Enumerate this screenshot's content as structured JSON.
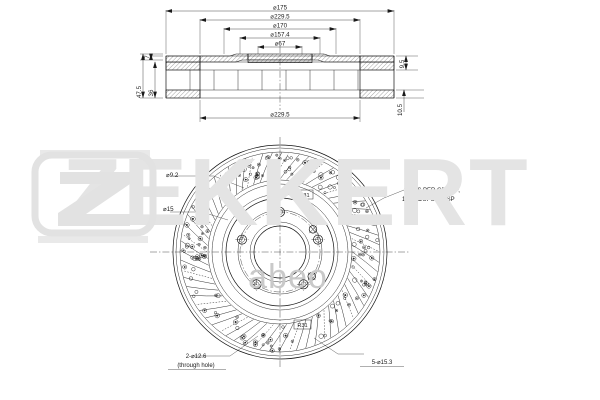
{
  "document": {
    "kind": "engineering-drawing",
    "subject": "Ventilated brake disc / rotor",
    "background_color": "#ffffff",
    "line_color": "#1a1a1a"
  },
  "watermark": {
    "logo_letter": "Z",
    "brand_text": "ZEKKERT",
    "secondary_text": "abeo",
    "logo_color": "#e2e2e2",
    "text_color": "#e4e4e4",
    "secondary_color": "#c9c9c9"
  },
  "section_view": {
    "name": "cross-section",
    "top_dimensions": [
      {
        "id": "d175",
        "label": "⌀175"
      },
      {
        "id": "d229_5",
        "label": "⌀229.5"
      },
      {
        "id": "d170",
        "label": "⌀170"
      },
      {
        "id": "d157_4",
        "label": "⌀157.4"
      },
      {
        "id": "d67",
        "label": "⌀67"
      }
    ],
    "bottom_dimensions": [
      {
        "id": "d229_5_b",
        "label": "⌀229.5"
      }
    ],
    "left_dimensions": [
      {
        "id": "h7",
        "label": "7"
      },
      {
        "id": "h47_5",
        "label": "47.5"
      },
      {
        "id": "h36",
        "label": "36"
      }
    ],
    "right_dimensions": [
      {
        "id": "h9_5",
        "label": "9.5"
      },
      {
        "id": "h10_5",
        "label": "10.5"
      }
    ]
  },
  "plan_view": {
    "name": "face-view",
    "callouts": [
      {
        "id": "d9_2",
        "label": "⌀9.2"
      },
      {
        "id": "d15",
        "label": "⌀15"
      },
      {
        "id": "r31_a",
        "label": "R31"
      },
      {
        "id": "r31_b",
        "label": "R31"
      }
    ],
    "notes": [
      {
        "id": "rib-note-line1",
        "label": "3RIBS PER GROUP,"
      },
      {
        "id": "rib-note-line2",
        "label": "17GROUPS EQ SP"
      }
    ],
    "hole_callouts": [
      {
        "id": "through-hole",
        "line1": "2-⌀12.6",
        "line2": "(through hole)"
      },
      {
        "id": "bolt-hole",
        "line1": "5-⌀15.3",
        "line2": ""
      }
    ]
  }
}
